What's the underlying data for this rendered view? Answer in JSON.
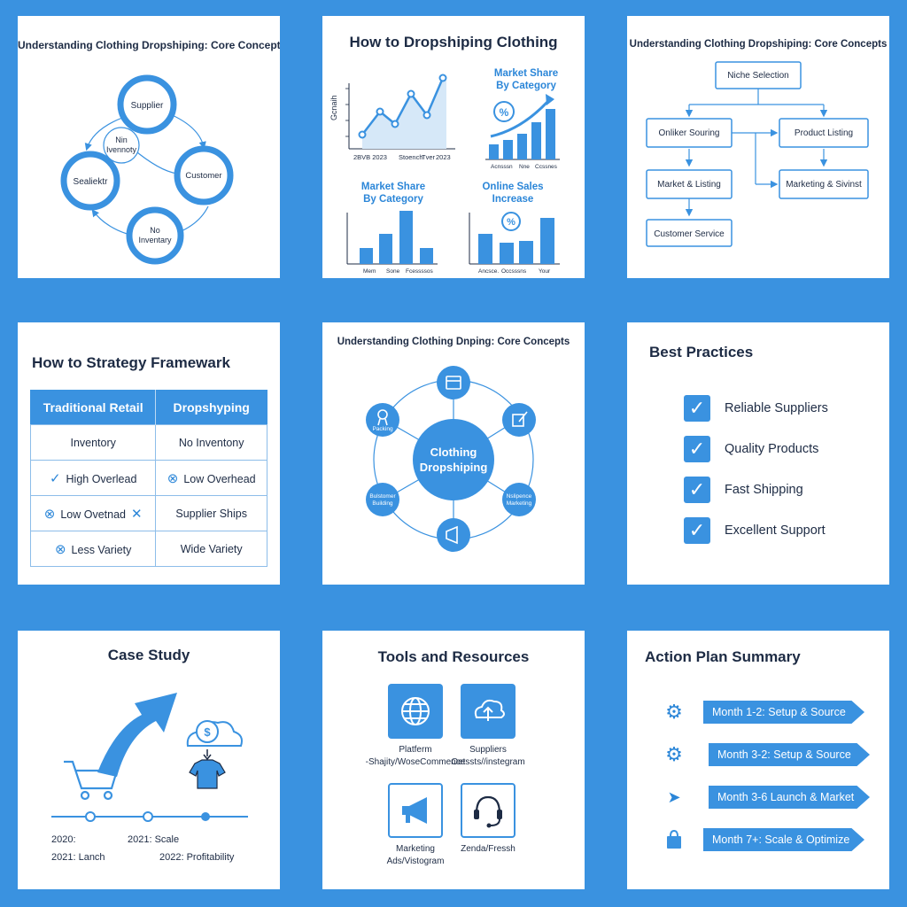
{
  "colors": {
    "accent": "#3a92e0",
    "dark_text": "#1d2b44",
    "light_fill": "#d6e8f8"
  },
  "p1": {
    "title": "Understanding Clothing Dropshiping: Core Concepts",
    "nodes": {
      "supplier": "Supplier",
      "center_line1": "Nin",
      "center_line2": "Ivennoty",
      "sealiektr": "Sealiektr",
      "customer": "Customer",
      "inv_line1": "No",
      "inv_line2": "Inventary"
    }
  },
  "p2": {
    "title": "How to Dropshiping Clothing",
    "charts": [
      {
        "title": "",
        "ylabel": "Gcnaih",
        "xlabels": [
          "2BVB 2023",
          "Stoench",
          "Tver",
          "2023"
        ],
        "icon": "line-chart"
      },
      {
        "title_line1": "Market Share",
        "title_line2": "By Category",
        "xlabels": [
          "Acnsssn",
          "Nne",
          "Ccssnes"
        ],
        "icon": "percent-icon"
      },
      {
        "title_line1": "Market Share",
        "title_line2": "By Category",
        "xlabels": [
          "Mem",
          "Sone",
          "Fcessssos"
        ]
      },
      {
        "title_line1": "Online Sales",
        "title_line2": "Increase",
        "xlabels": [
          "Ancsce.",
          "Occsssns",
          "Your"
        ],
        "icon": "percent-icon"
      }
    ]
  },
  "p3": {
    "title": "Understanding Clothing Dropshiping: Core Concepts",
    "boxes": {
      "niche": "Niche Selection",
      "sourcing": "Onliker Souring",
      "product": "Product Listing",
      "market_listing": "Market & Listing",
      "marketing": "Marketing & Sivinst",
      "service": "Customer Service"
    }
  },
  "p4": {
    "title": "How to Strategy Framewark",
    "headers": [
      "Traditional Retail",
      "Dropshyping"
    ],
    "rows": [
      {
        "left": "Inventory",
        "left_icon": "",
        "right": "No Inventony",
        "right_icon": ""
      },
      {
        "left": "High Overlead",
        "left_icon": "check-circle-icon",
        "right": "Low Overhead",
        "right_icon": "x-circle-icon"
      },
      {
        "left": "Low Ovetnad",
        "left_icon": "x-circle-icon",
        "right": "Supplier Ships",
        "right_icon": ""
      },
      {
        "left": "Less Variety",
        "left_icon": "x-circle-icon",
        "right": "Wide Variety",
        "right_icon": ""
      }
    ]
  },
  "p5": {
    "title": "Understanding Clothing Dnping: Core Concepts",
    "hub_line1": "Clothing",
    "hub_line2": "Dropshiping",
    "spokes": [
      {
        "label": "",
        "icon": "calendar-icon"
      },
      {
        "label": "",
        "icon": "edit-icon"
      },
      {
        "label_line1": "Nslipence",
        "label_line2": "Marketing"
      },
      {
        "label": "",
        "icon": "megaphone-icon"
      },
      {
        "label_line1": "Bulstomer",
        "label_line2": "Building"
      },
      {
        "label": "Packing",
        "icon": "award-icon"
      }
    ]
  },
  "p6": {
    "title": "Best Practices",
    "items": [
      "Reliable Suppliers",
      "Quality Products",
      "Fast Shipping",
      "Excellent Support"
    ]
  },
  "p7": {
    "title": "Case Study",
    "timeline": [
      "2020:",
      "2021: Scale",
      "2021: Lanch",
      "2022: Profitability"
    ]
  },
  "p8": {
    "title": "Tools and Resources",
    "tools": [
      {
        "line1": "Platferm",
        "line2": "-Shajity/WoseCommence",
        "icon": "globe-icon"
      },
      {
        "line1": "Suppliers",
        "line2": "Oetssts//instegram",
        "icon": "cloud-upload-icon"
      },
      {
        "line1": "Marketing",
        "line2": "Ads/Vistogram",
        "icon": "megaphone-icon"
      },
      {
        "line1": "Zenda/Fressh",
        "line2": "",
        "icon": "headset-icon"
      }
    ]
  },
  "p9": {
    "title": "Action Plan Summary",
    "steps": [
      {
        "label": "Month 1-2: Setup & Source",
        "icon": "gear-icon"
      },
      {
        "label": "Month 3-2: Setup & Source",
        "icon": "gear-icon"
      },
      {
        "label": "Month 3-6 Launch & Market",
        "icon": "rocket-icon"
      },
      {
        "label": "Month 7+: Scale & Optimize",
        "icon": "bag-icon"
      }
    ]
  }
}
